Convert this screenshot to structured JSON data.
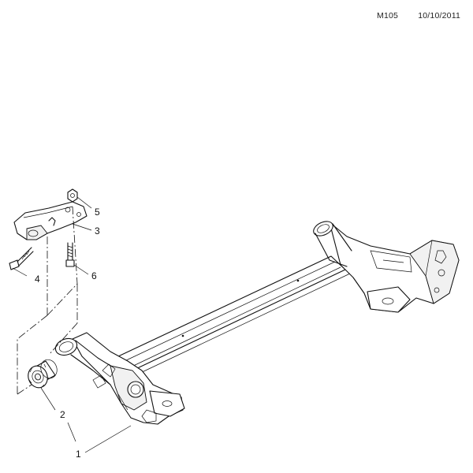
{
  "header": {
    "code": "M105",
    "date": "10/10/2011"
  },
  "callouts": [
    {
      "id": "1",
      "label": "1"
    },
    {
      "id": "2",
      "label": "2"
    },
    {
      "id": "3",
      "label": "3"
    },
    {
      "id": "4",
      "label": "4"
    },
    {
      "id": "5",
      "label": "5"
    },
    {
      "id": "6",
      "label": "6"
    }
  ]
}
